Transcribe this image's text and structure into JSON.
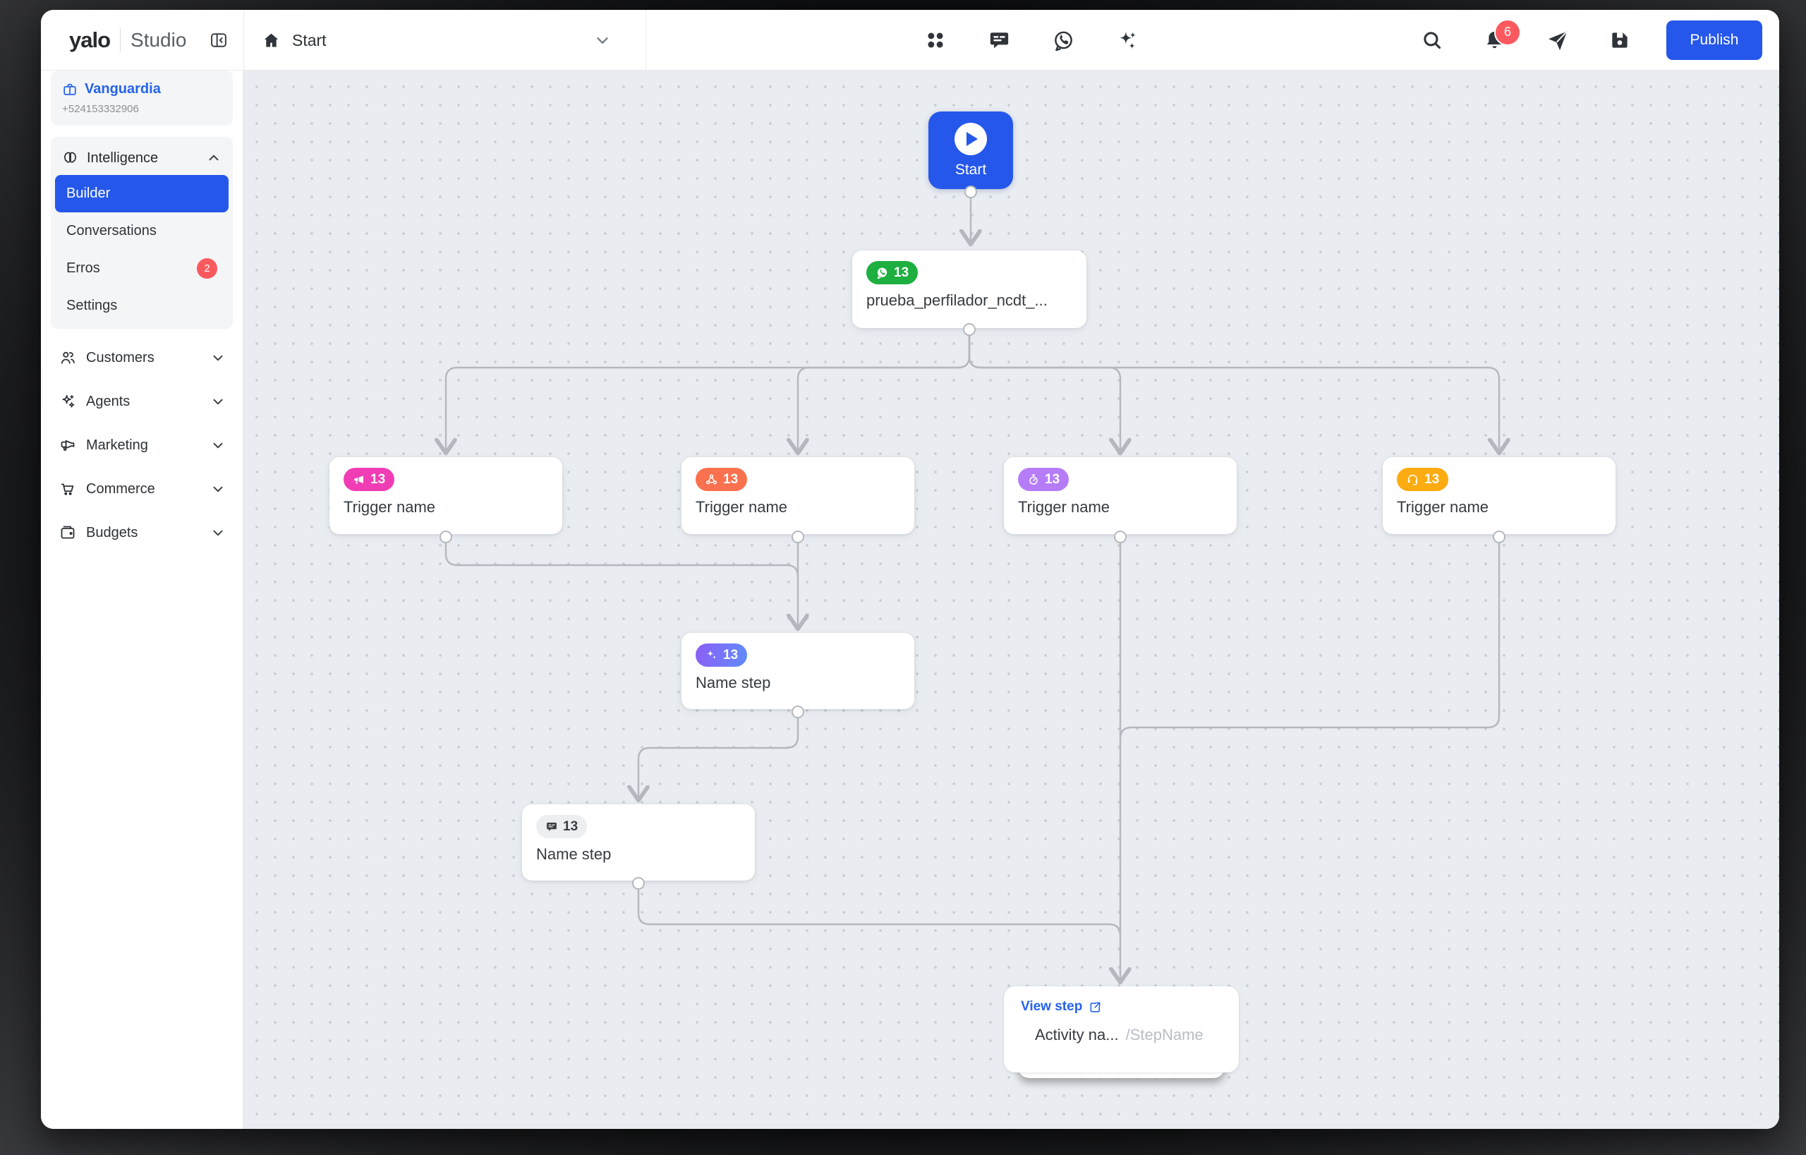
{
  "colors": {
    "accent": "#2557ea",
    "canvas": "#e9edf1",
    "grid_dot": "#c7ccd3",
    "line": "#b4b8be",
    "text_dark": "#363b41",
    "text_soft": "#b9bec5",
    "badge_green": "#1daf3f",
    "badge_pink": "#f03cb5",
    "badge_coral": "#f9714e",
    "badge_purple": "#b67cf8",
    "badge_amber": "#fcab10",
    "badge_grad_a": "#8d5ef6",
    "badge_grad_b": "#5f8cfa",
    "badge_gray": "#eceef0",
    "red": "#fa5a5f",
    "link": "#2563eb"
  },
  "topbar": {
    "logo_primary": "yalo",
    "logo_secondary": "Studio",
    "nav_label": "Start",
    "notification_count": "6",
    "publish_label": "Publish",
    "center_icons": [
      "grid-icon",
      "chat-icon",
      "whatsapp-icon",
      "sparkles-icon"
    ],
    "right_icons": [
      "search-icon",
      "bell-icon",
      "send-icon",
      "save-icon"
    ]
  },
  "sidebar": {
    "org": {
      "name": "Vanguardia",
      "phone": "+524153332906"
    },
    "intelligence": {
      "label": "Intelligence",
      "items": [
        {
          "label": "Builder",
          "active": true
        },
        {
          "label": "Conversations"
        },
        {
          "label": "Erros",
          "badge": "2"
        },
        {
          "label": "Settings"
        }
      ]
    },
    "sections": [
      {
        "label": "Customers",
        "icon": "people-icon"
      },
      {
        "label": "Agents",
        "icon": "sparkles-icon"
      },
      {
        "label": "Marketing",
        "icon": "megaphone-icon"
      },
      {
        "label": "Commerce",
        "icon": "cart-icon"
      },
      {
        "label": "Budgets",
        "icon": "wallet-icon"
      }
    ]
  },
  "canvas": {
    "nodes": {
      "start": {
        "label": "Start"
      },
      "main": {
        "label": "prueba_perfilador_ncdt_...",
        "badge": "13",
        "badge_icon": "whatsapp-icon"
      },
      "trigger1": {
        "label": "Trigger name",
        "badge": "13",
        "badge_icon": "megaphone-icon"
      },
      "trigger2": {
        "label": "Trigger name",
        "badge": "13",
        "badge_icon": "webhook-icon"
      },
      "trigger3": {
        "label": "Trigger name",
        "badge": "13",
        "badge_icon": "timer-icon"
      },
      "trigger4": {
        "label": "Trigger name",
        "badge": "13",
        "badge_icon": "headset-icon"
      },
      "step1": {
        "label": "Name step",
        "badge": "13",
        "badge_icon": "sparkles-icon"
      },
      "step2": {
        "label": "Name step",
        "badge": "13",
        "badge_icon": "chat-icon"
      },
      "activity": {
        "link_label": "View step",
        "name": "Activity na...",
        "path": "/StepName"
      }
    }
  }
}
